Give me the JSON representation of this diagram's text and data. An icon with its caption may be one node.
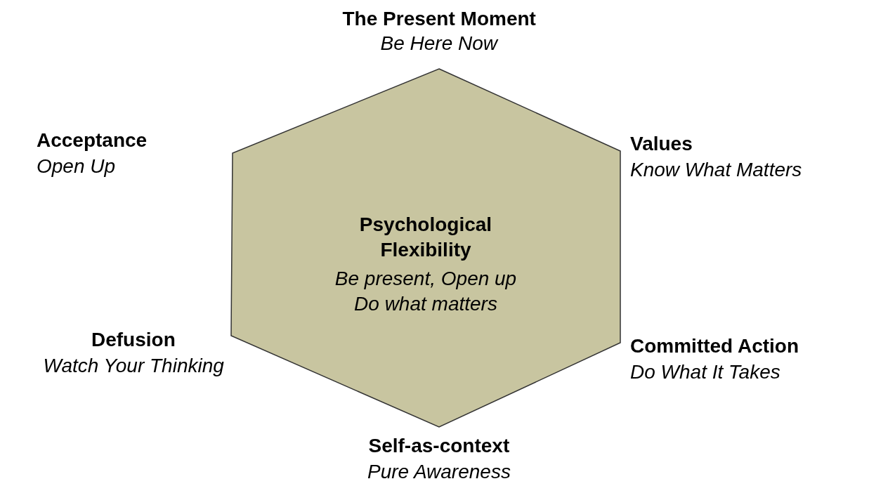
{
  "diagram": {
    "nodes": [
      {
        "text": [
          "Psychological Flexibility",
          "Be present, Open up Do what matters"
        ]
      }
    ],
    "labels": [
      "The Present Moment",
      "Be Here Now",
      "Acceptance",
      "Open Up",
      "Values",
      "Know What Matters",
      "Defusion",
      "Watch Your Thinking",
      "Committed Action",
      "Do What It Takes",
      "Self-as-context",
      "Pure Awareness"
    ]
  }
}
